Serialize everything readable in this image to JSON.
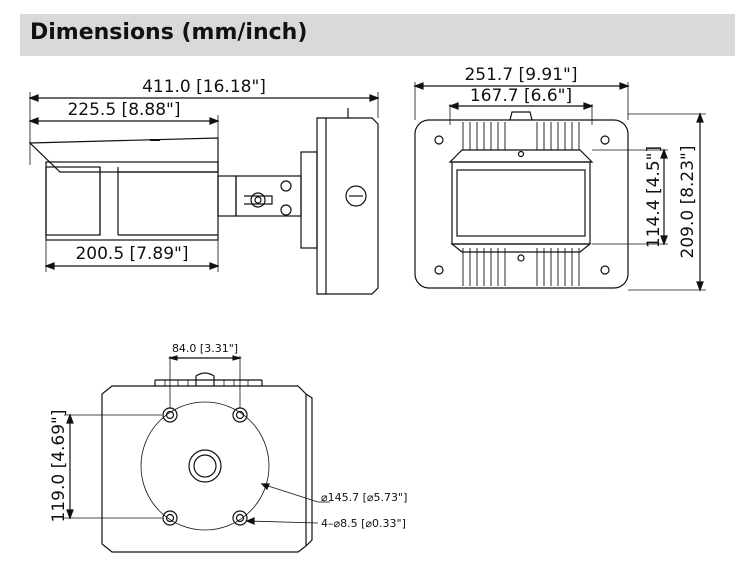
{
  "header": {
    "title": "Dimensions (mm/inch)"
  },
  "side_view": {
    "overall_length": "411.0 [16.18\"]",
    "hood_length": "225.5 [8.88\"]",
    "body_length": "200.5 [7.89\"]"
  },
  "front_view": {
    "overall_width": "251.7 [9.91\"]",
    "inner_width": "167.7 [6.6\"]",
    "window_height": "114.4 [4.5\"]",
    "overall_height": "209.0 [8.23\"]"
  },
  "mount_view": {
    "hole_spacing_h": "84.0 [3.31\"]",
    "hole_spacing_v": "119.0 [4.69\"]",
    "plate_diameter": "⌀145.7 [⌀5.73\"]",
    "hole_diameter": "4–⌀8.5 [⌀0.33\"]"
  },
  "colors": {
    "line": "#111111",
    "header_bg": "#d9d9d9"
  }
}
